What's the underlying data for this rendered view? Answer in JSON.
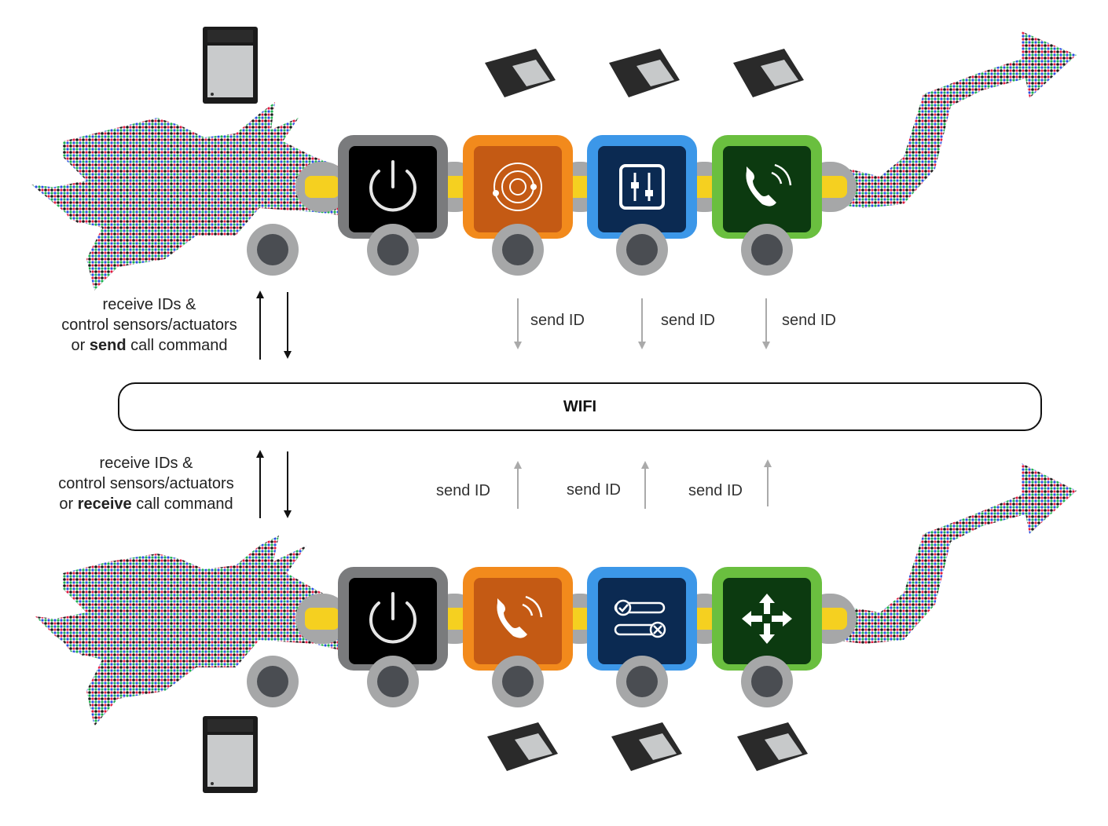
{
  "rows": [
    {
      "id": "top",
      "left_label": {
        "line1": "receive IDs &",
        "line2": "control sensors/actuators",
        "line3_prefix": "or ",
        "line3_bold": "send",
        "line3_suffix": " call command"
      },
      "modules": [
        {
          "name": "power",
          "icon": "power-icon",
          "frame": "#7a7b7d",
          "fill": "#000000"
        },
        {
          "name": "orbit",
          "icon": "orbit-icon",
          "frame": "#f28a1c",
          "fill": "#c45a14"
        },
        {
          "name": "sliders",
          "icon": "sliders-icon",
          "frame": "#3c97e8",
          "fill": "#0b2a52"
        },
        {
          "name": "phone",
          "icon": "phone-call-icon",
          "frame": "#6abf3f",
          "fill": "#0c3a10"
        }
      ],
      "send_labels": [
        "send ID",
        "send ID",
        "send ID"
      ]
    },
    {
      "id": "bottom",
      "left_label": {
        "line1": "receive IDs &",
        "line2": "control sensors/actuators",
        "line3_prefix": "or ",
        "line3_bold": "receive",
        "line3_suffix": " call command"
      },
      "modules": [
        {
          "name": "power",
          "icon": "power-icon",
          "frame": "#7a7b7d",
          "fill": "#000000"
        },
        {
          "name": "phone",
          "icon": "phone-call-icon",
          "frame": "#f28a1c",
          "fill": "#c45a14"
        },
        {
          "name": "toggles",
          "icon": "check-toggle-icon",
          "frame": "#3c97e8",
          "fill": "#0b2a52"
        },
        {
          "name": "move",
          "icon": "move-arrows-icon",
          "frame": "#6abf3f",
          "fill": "#0c3a10"
        }
      ],
      "send_labels": [
        "send ID",
        "send ID",
        "send ID"
      ]
    }
  ],
  "wifi": {
    "label": "WIFI"
  },
  "colors": {
    "connector": "#f5d020",
    "joint": "#a6a7a8",
    "wheel": "#4a4d52"
  }
}
